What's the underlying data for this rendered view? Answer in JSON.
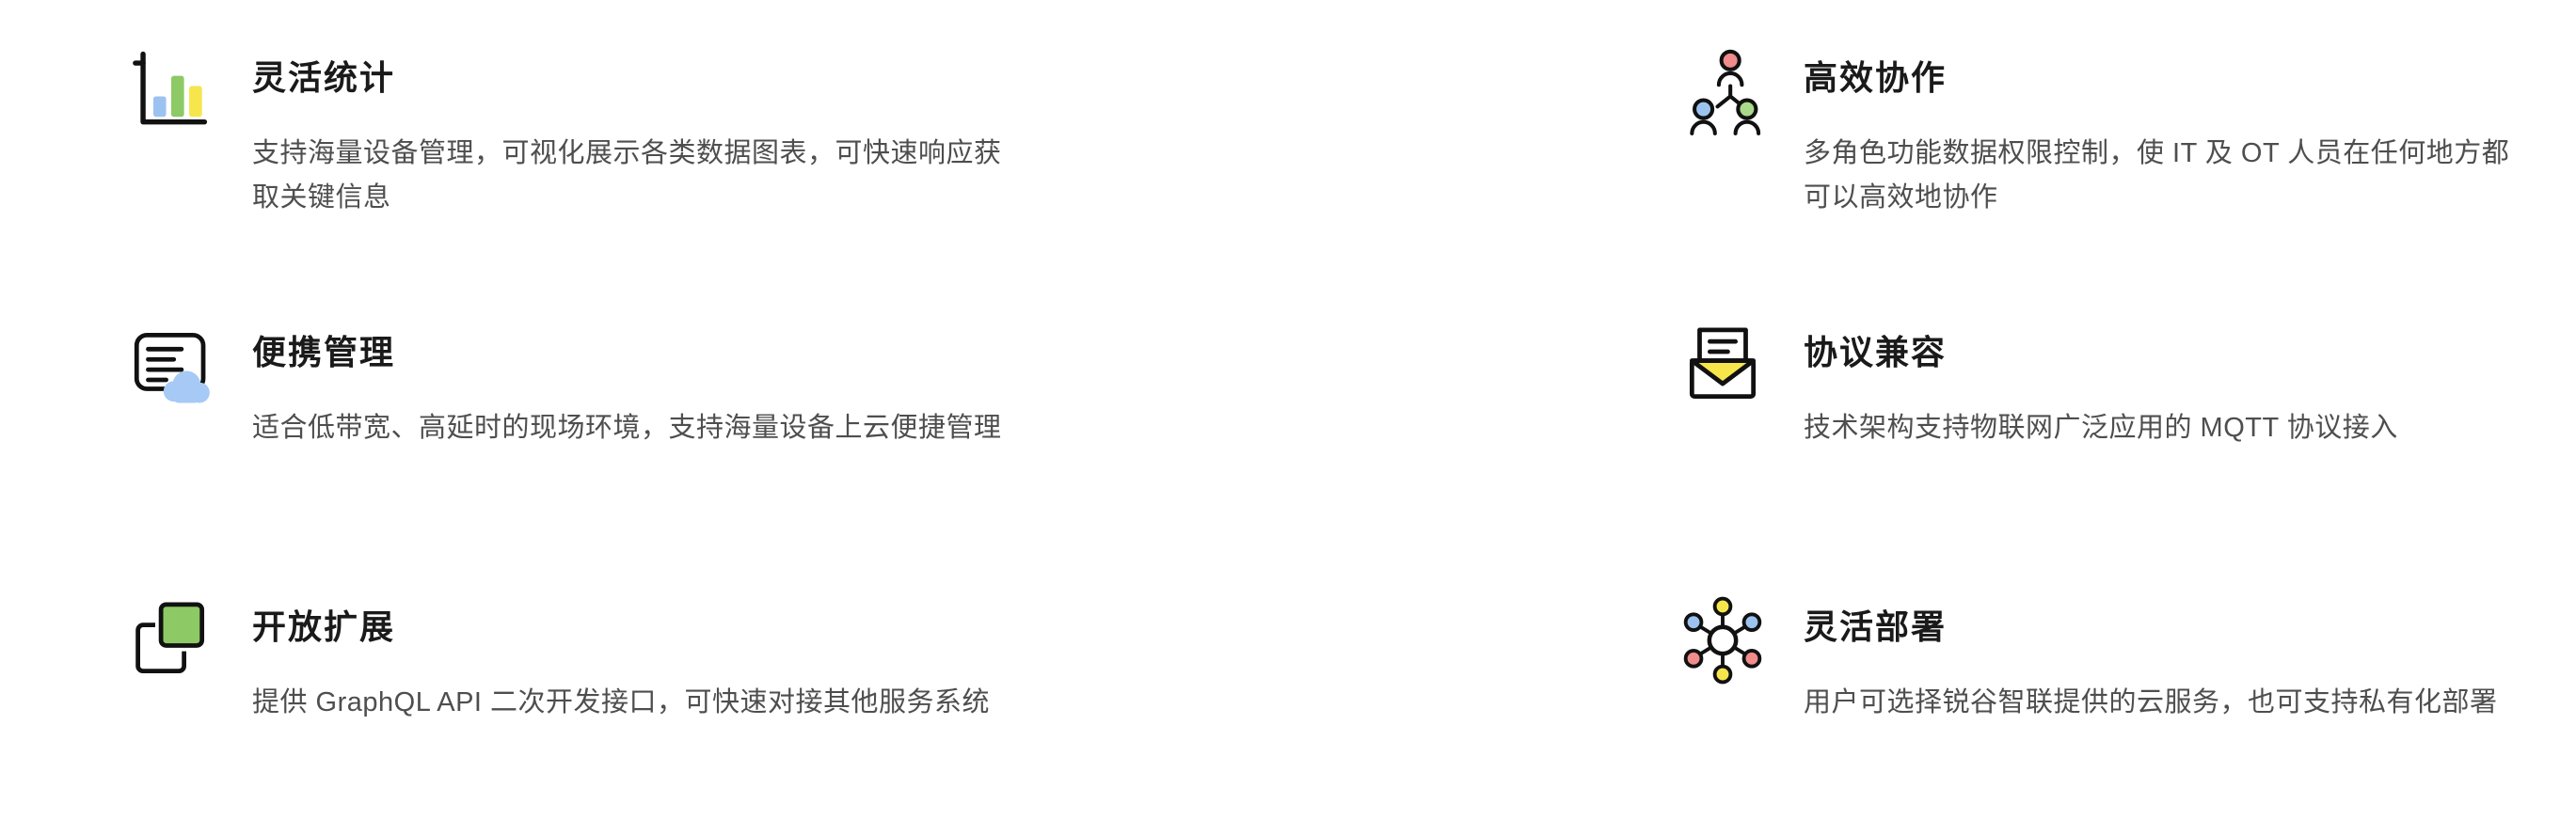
{
  "page": {
    "background": "#ffffff"
  },
  "colors": {
    "ink": "#111111",
    "title_text": "#1a1a1a",
    "body_text": "#4e4e4e",
    "blue": "#9CC3F0",
    "green": "#8DC965",
    "yellow": "#F6E64B",
    "red": "#F08C8C"
  },
  "features": {
    "left": [
      {
        "icon": "bar-chart-icon",
        "title": "灵活统计",
        "description": "支持海量设备管理，可视化展示各类数据图表，可快速响应获取关键信息"
      },
      {
        "icon": "server-cloud-icon",
        "title": "便携管理",
        "description": "适合低带宽、高延时的现场环境，支持海量设备上云便捷管理"
      },
      {
        "icon": "overlapping-squares-icon",
        "title": "开放扩展",
        "description": "提供 GraphQL API 二次开发接口，可快速对接其他服务系统"
      }
    ],
    "right": [
      {
        "icon": "team-icon",
        "title": "高效协作",
        "description": "多角色功能数据权限控制，使 IT 及 OT 人员在任何地方都可以高效地协作"
      },
      {
        "icon": "open-mail-icon",
        "title": "协议兼容",
        "description": "技术架构支持物联网广泛应用的 MQTT 协议接入"
      },
      {
        "icon": "hub-network-icon",
        "title": "灵活部署",
        "description": "用户可选择锐谷智联提供的云服务，也可支持私有化部署"
      }
    ]
  }
}
